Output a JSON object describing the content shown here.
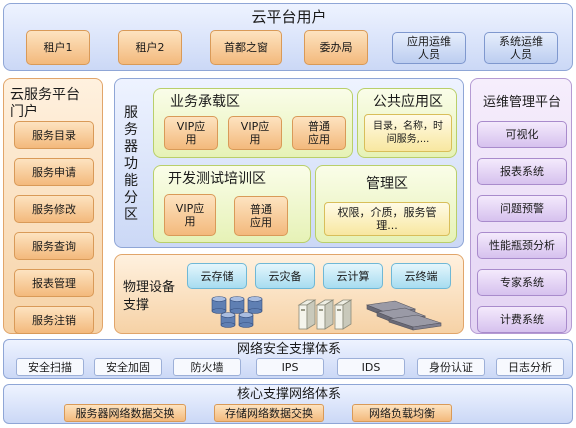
{
  "users": {
    "title": "云平台用户",
    "items": [
      "租户1",
      "租户2",
      "首都之窗",
      "委办局",
      "应用运维人员",
      "系统运维人员"
    ]
  },
  "portal": {
    "title": "云服务平台门户",
    "items": [
      "服务目录",
      "服务申请",
      "服务修改",
      "服务查询",
      "报表管理",
      "服务注销"
    ]
  },
  "func_zone": {
    "title": "服务器功能分区",
    "business": {
      "title": "业务承载区",
      "items": [
        "VIP应用",
        "VIP应用",
        "普通应用"
      ]
    },
    "public": {
      "title": "公共应用区",
      "text": "目录，名称，时间服务,..."
    },
    "dev": {
      "title": "开发测试培训区",
      "items": [
        "VIP应用",
        "普通应用"
      ]
    },
    "mgmt": {
      "title": "管理区",
      "text": "权限，介质，服务管理..."
    }
  },
  "physical": {
    "title": "物理设备支撑",
    "items": [
      "云存储",
      "云灾备",
      "云计算",
      "云终端"
    ]
  },
  "ops": {
    "title": "运维管理平台",
    "items": [
      "可视化",
      "报表系统",
      "问题预警",
      "性能瓶颈分析",
      "专家系统",
      "计费系统"
    ]
  },
  "security": {
    "title": "网络安全支撑体系",
    "items": [
      "安全扫描",
      "安全加固",
      "防火墙",
      "IPS",
      "IDS",
      "身份认证",
      "日志分析"
    ]
  },
  "core": {
    "title": "核心支撑网络体系",
    "items": [
      "服务器网络数据交换",
      "存储网络数据交换",
      "网络负载均衡"
    ]
  }
}
